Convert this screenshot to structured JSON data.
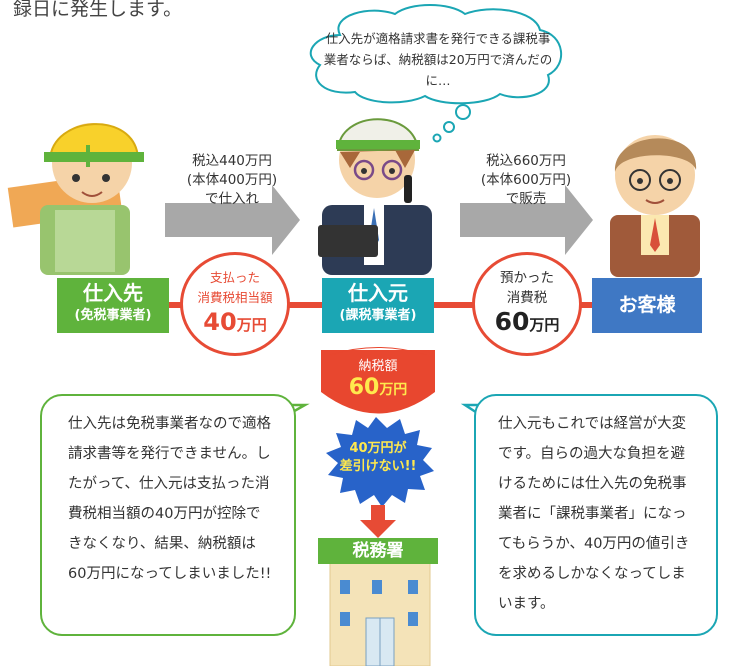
{
  "intro_text": "録日に発生します。",
  "thought": {
    "text": "仕入先が適格請求書を発行できる課税事業者ならば、納税額は20万円で済んだのに…"
  },
  "arrows": {
    "left": {
      "line1": "税込440万円",
      "line2": "(本体400万円)",
      "line3": "で仕入れ"
    },
    "right": {
      "line1": "税込660万円",
      "line2": "(本体600万円)",
      "line3": "で販売"
    }
  },
  "roles": {
    "supplier": {
      "title": "仕入先",
      "sub": "(免税事業者)"
    },
    "buyer": {
      "title": "仕入元",
      "sub": "(課税事業者)"
    },
    "customer": {
      "title": "お客様"
    }
  },
  "circles": {
    "paid": {
      "line1": "支払った",
      "line2": "消費税相当額",
      "amount": "40",
      "unit": "万円"
    },
    "received": {
      "line1": "預かった",
      "line2": "消費税",
      "amount": "60",
      "unit": "万円"
    }
  },
  "tax": {
    "label": "納税額",
    "amount": "60",
    "unit": "万円"
  },
  "burst": {
    "line1": "40万円が",
    "line2": "差引けない!!"
  },
  "office": {
    "label": "税務署"
  },
  "left_note": {
    "text": "仕入先は免税事業者なので適格請求書等を発行できません。したがって、仕入元は支払った消費税相当額の40万円が控除できなくなり、結果、納税額は60万円になってしまいました!!"
  },
  "right_note": {
    "text": "仕入元もこれでは経営が大変です。自らの過大な負担を避けるためには仕入先の免税事業者に「課税事業者」になってもらうか、40万円の値引きを求めるしかなくなってしまいます。"
  },
  "colors": {
    "green": "#5fb33c",
    "teal": "#1ba6b4",
    "blue": "#3f78c4",
    "red": "#e74b35",
    "orange_red": "#e8472f",
    "gray_arrow": "#a8a8a8",
    "burst_blue": "#2863c9",
    "yellow": "#ffe94d"
  }
}
